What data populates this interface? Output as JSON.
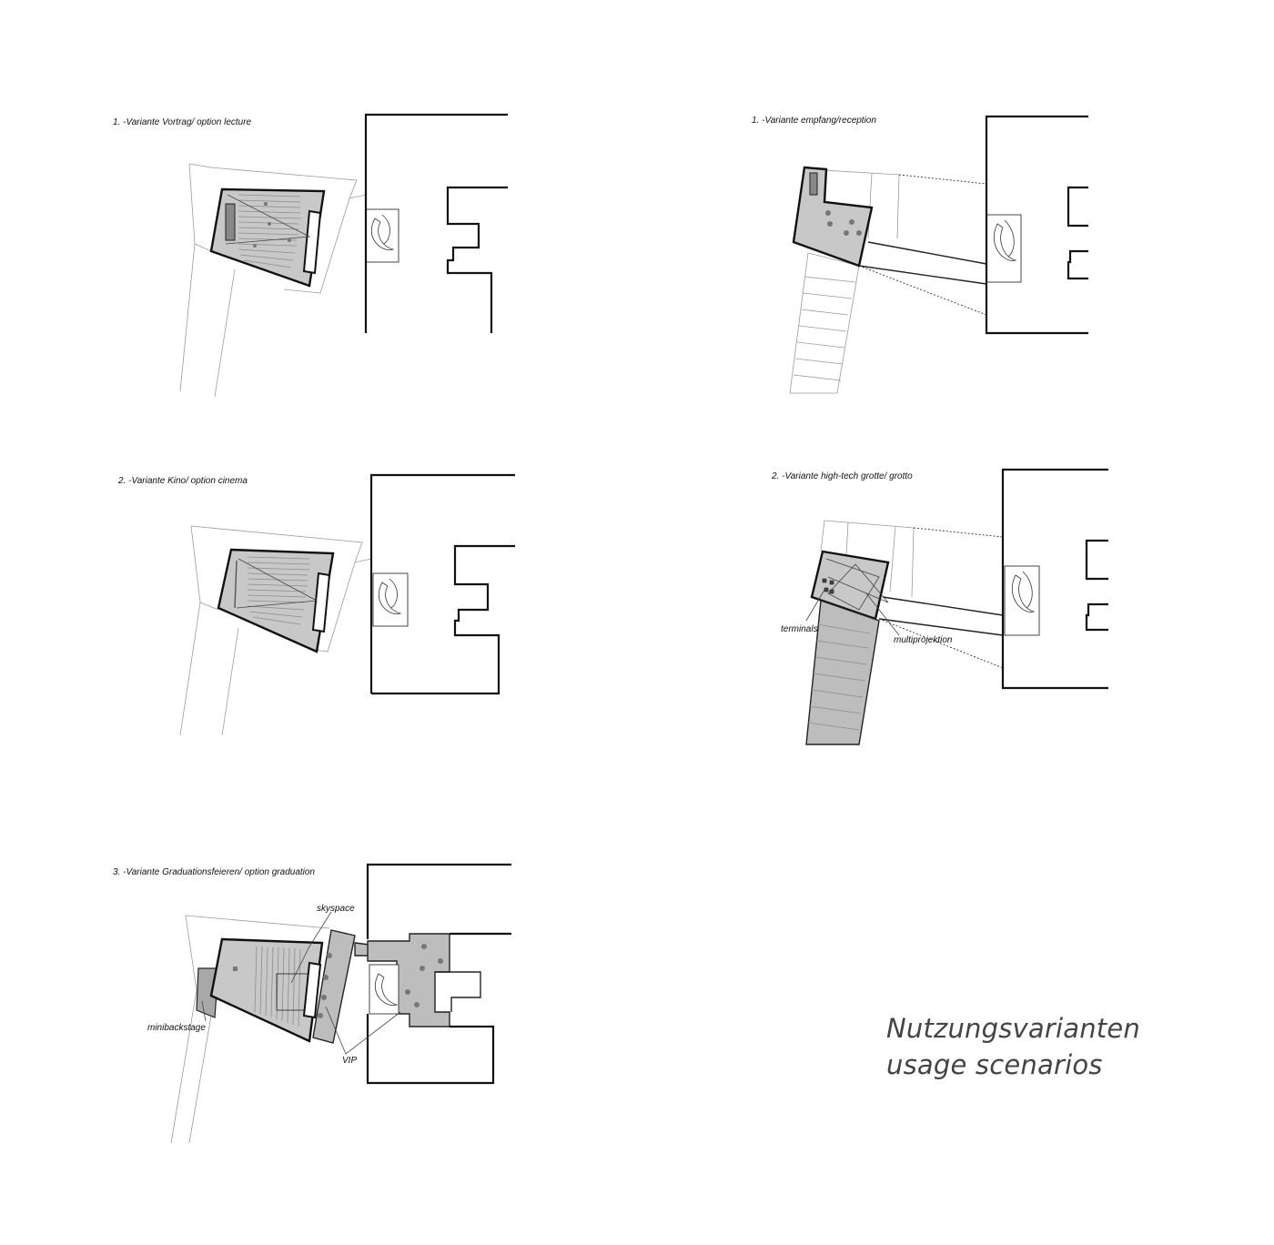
{
  "panels": {
    "lecture": {
      "caption": "1. -Variante Vortrag/ option lecture"
    },
    "cinema": {
      "caption": "2. -Variante Kino/ option cinema"
    },
    "graduation": {
      "caption": "3. -Variante Graduationsfeieren/ option graduation",
      "labels": {
        "skyspace": "skyspace",
        "minibackstage": "minibackstage",
        "vip": "VIP"
      }
    },
    "reception": {
      "caption": "1. -Variante empfang/reception"
    },
    "grotto": {
      "caption": "2. -Variante high-tech grotte/ grotto",
      "labels": {
        "terminals": "terminals",
        "multiprojektion": "multiprojektion"
      }
    }
  },
  "title": {
    "line1": "Nutzungsvarianten",
    "line2": "usage scenarios"
  },
  "colors": {
    "line": "#111111",
    "thin_line": "#9a9a9a",
    "fill": "#c8c8c8",
    "dark_fill": "#a8a8a8",
    "title": "#444444"
  }
}
